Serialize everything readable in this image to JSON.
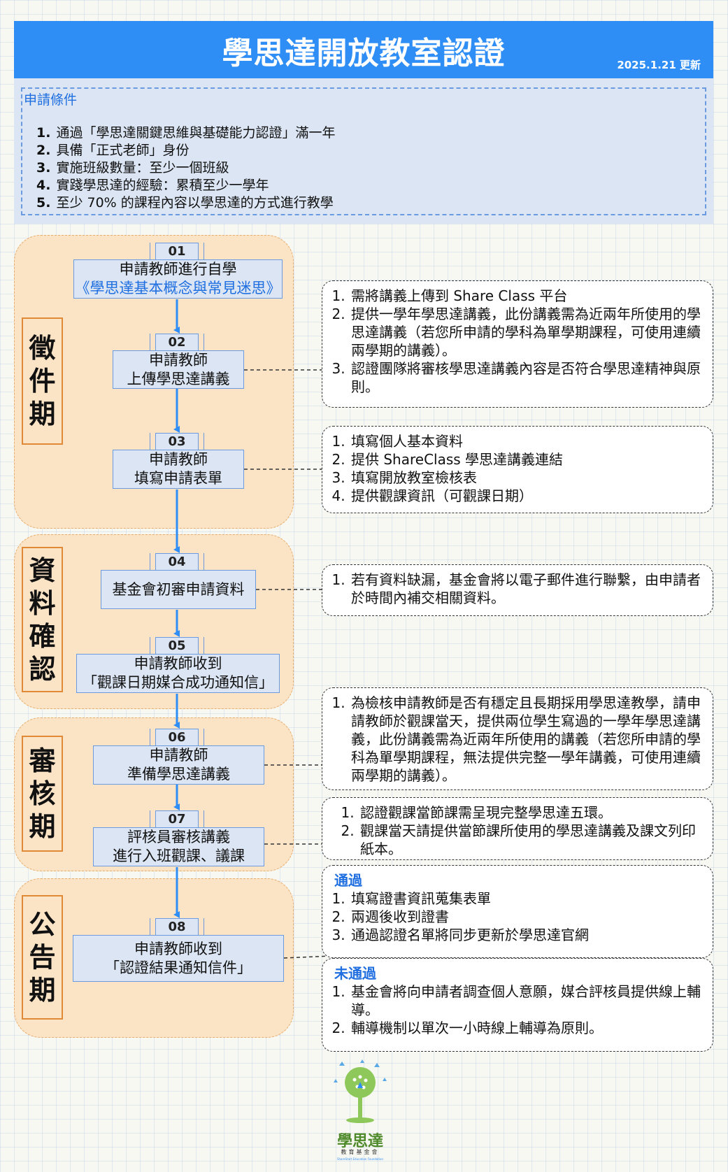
{
  "header": {
    "title": "學思達開放教室認證",
    "date": "2025.1.21 更新"
  },
  "conditions": {
    "heading": "申請條件",
    "items": [
      {
        "num": "1.",
        "text": "通過「學思達關鍵思維與基礎能力認證」滿一年"
      },
      {
        "num": "2.",
        "text": "具備「正式老師」身份"
      },
      {
        "num": "3.",
        "text": "實施班級數量：至少一個班級"
      },
      {
        "num": "4.",
        "text": "實踐學思達的經驗：累積至少一學年"
      },
      {
        "num": "5.",
        "text": "至少 70% 的課程內容以學思達的方式進行教學"
      }
    ]
  },
  "phases": [
    {
      "label": "徵件期",
      "chars": [
        "徵",
        "件",
        "期"
      ]
    },
    {
      "label": "資料確認",
      "chars": [
        "資",
        "料",
        "確",
        "認"
      ]
    },
    {
      "label": "審核期",
      "chars": [
        "審",
        "核",
        "期"
      ]
    },
    {
      "label": "公告期",
      "chars": [
        "公",
        "告",
        "期"
      ]
    }
  ],
  "steps": [
    {
      "num": "01",
      "lines": [
        "申請教師進行自學"
      ],
      "sub": "《學思達基本概念與常見迷思》"
    },
    {
      "num": "02",
      "lines": [
        "申請教師",
        "上傳學思達講義"
      ]
    },
    {
      "num": "03",
      "lines": [
        "申請教師",
        "填寫申請表單"
      ]
    },
    {
      "num": "04",
      "lines": [
        "基金會初審申請資料"
      ]
    },
    {
      "num": "05",
      "lines": [
        "申請教師收到",
        "「觀課日期媒合成功通知信」"
      ]
    },
    {
      "num": "06",
      "lines": [
        "申請教師",
        "準備學思達講義"
      ]
    },
    {
      "num": "07",
      "lines": [
        "評核員審核講義",
        "進行入班觀課、議課"
      ]
    },
    {
      "num": "08",
      "lines": [
        "申請教師收到",
        "「認證結果通知信件」"
      ]
    }
  ],
  "notes": {
    "upload": [
      "需將講義上傳到 Share Class 平台",
      "提供一學年學思達講義，此份講義需為近兩年所使用的學思達講義（若您所申請的學科為單學期課程，可使用連續兩學期的講義）。",
      "認證團隊將審核學思達講義內容是否符合學思達精神與原則。"
    ],
    "form": [
      "填寫個人基本資料",
      "提供 ShareClass 學思達講義連結",
      "填寫開放教室檢核表",
      "提供觀課資訊（可觀課日期）"
    ],
    "review": [
      "若有資料缺漏，基金會將以電子郵件進行聯繫，由申請者於時間內補交相關資料。"
    ],
    "prepare": [
      "為檢核申請教師是否有穩定且長期採用學思達教學，請申請教師於觀課當天，提供兩位學生寫過的一學年學思達講義，此份講義需為近兩年所使用的講義（若您所申請的學科為單學期課程，無法提供完整一學年講義，可使用連續兩學期的講義）。"
    ],
    "observe": [
      "認證觀課當節課需呈現完整學思達五環。",
      "觀課當天請提供當節課所使用的學思達講義及課文列印紙本。"
    ],
    "pass": {
      "title": "通過",
      "items": [
        "填寫證書資訊蒐集表單",
        "兩週後收到證書",
        "通過認證名單將同步更新於學思達官網"
      ]
    },
    "fail": {
      "title": "未通過",
      "items": [
        "基金會將向申請者調查個人意願，媒合評核員提供線上輔導。",
        "輔導機制以單次一小時線上輔導為原則。"
      ]
    }
  },
  "logo": {
    "text": "學思達",
    "subtext": "教育基金會",
    "tiny": "ShareStart Education Foundation"
  },
  "colors": {
    "header": "#2f8ef5",
    "arrow": "#2f8ef5",
    "phase_fill": "#fbe3c6",
    "phase_border": "#e08a38",
    "box_fill": "#dbe5f3",
    "box_border": "#6a9be0",
    "heading_blue": "#1f6fe0"
  }
}
